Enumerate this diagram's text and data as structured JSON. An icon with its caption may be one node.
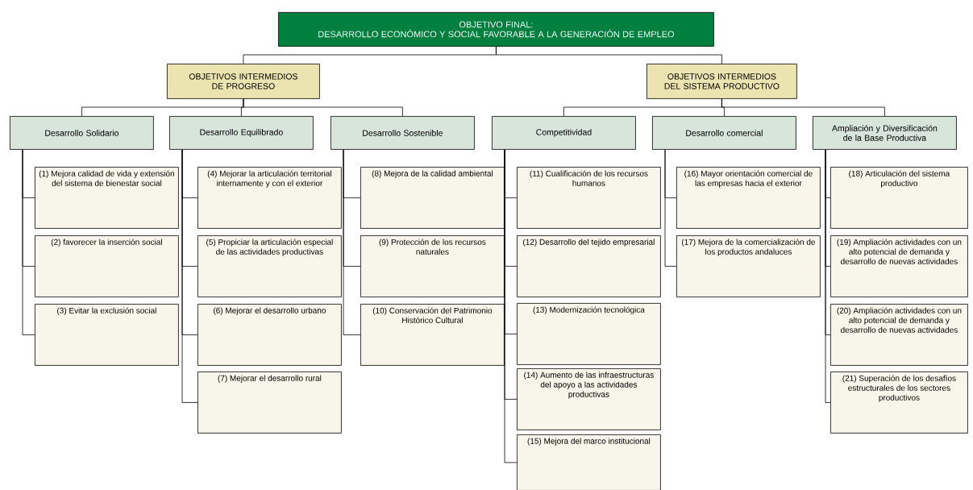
{
  "diagram": {
    "nodes": [
      {
        "text": [
          "OBJETIVO FINAL:",
          "DESARROLLO ECONÓMICO Y SOCIAL FAVORABLE A LA GENERACIÓN DE EMPLEO"
        ]
      },
      {
        "text": [
          "OBJETIVOS INTERMEDIOS DE PROGRESO"
        ]
      },
      {
        "text": [
          "OBJETIVOS INTERMEDIOS DEL SISTEMA PRODUCTIVO"
        ]
      },
      {
        "text": [
          "Desarrollo Solidario"
        ]
      },
      {
        "text": [
          "Desarrollo Equilibrado"
        ]
      },
      {
        "text": [
          "Desarrollo Sostenible"
        ]
      },
      {
        "text": [
          "Competitividad"
        ]
      },
      {
        "text": [
          "Desarrollo comercial"
        ]
      },
      {
        "text": [
          "Ampliación y Diversificación de la Base Productiva"
        ]
      },
      {
        "text": [
          "(1) Mejora calidad de vida y extensión del sistema de bienestar social"
        ]
      },
      {
        "text": [
          "(2) favorecer la inserción social"
        ]
      },
      {
        "text": [
          "(3) Evitar la exclusión social"
        ]
      },
      {
        "text": [
          "(4) Mejorar la articulación territorial internamente y con el exterior"
        ]
      },
      {
        "text": [
          "(5) Propiciar la articulación especial de las actividades productivas"
        ]
      },
      {
        "text": [
          "(6) Mejorar el desarrollo urbano"
        ]
      },
      {
        "text": [
          "(7) Mejorar el desarrollo rural"
        ]
      },
      {
        "text": [
          "(8) Mejora de la calidad ambiental"
        ]
      },
      {
        "text": [
          "(9) Protección de los recursos naturales"
        ]
      },
      {
        "text": [
          "(10) Conservación del Patrimonio Histórico Cultural"
        ]
      },
      {
        "text": [
          "(11) Cualificación de los recursos humanos"
        ]
      },
      {
        "text": [
          "(12) Desarrollo del tejido empresarial"
        ]
      },
      {
        "text": [
          "(13) Modernización tecnológica"
        ]
      },
      {
        "text": [
          "(14) Aumento de las infraestructuras del apoyo a las actividades productivas"
        ]
      },
      {
        "text": [
          "(15) Mejora del marco institucional"
        ]
      },
      {
        "text": [
          "(16) Mayor orientación comercial de las empresas hacia el exterior"
        ]
      },
      {
        "text": [
          "(17) Mejora de la comercialización de los productos andaluces"
        ]
      },
      {
        "text": [
          "(18) Articulación del sistema productivo"
        ]
      },
      {
        "text": [
          "(19) Ampliación actividades con un alto potencial de demanda y desarrollo de nuevas actividades"
        ]
      },
      {
        "text": [
          "(20) Ampliación actividades con un alto potencial de demanda y desarrollo de nuevas actividades"
        ]
      },
      {
        "text": [
          "(21) Superación de los desafíos estructurales de los sectores productivos"
        ]
      }
    ],
    "edges": [
      {
        "from": 0,
        "to": 1,
        "arrow": "none"
      },
      {
        "from": 0,
        "to": 2,
        "arrow": "none"
      },
      {
        "from": 1,
        "to": 3,
        "arrow": "none"
      },
      {
        "from": 1,
        "to": 4,
        "arrow": "none"
      },
      {
        "from": 1,
        "to": 5,
        "arrow": "none"
      },
      {
        "from": 2,
        "to": 6,
        "arrow": "none"
      },
      {
        "from": 2,
        "to": 7,
        "arrow": "none"
      },
      {
        "from": 2,
        "to": 8,
        "arrow": "none"
      },
      {
        "from": 3,
        "to": 9,
        "arrow": "none"
      },
      {
        "from": 3,
        "to": 10,
        "arrow": "none"
      },
      {
        "from": 3,
        "to": 11,
        "arrow": "none"
      },
      {
        "from": 4,
        "to": 12,
        "arrow": "none"
      },
      {
        "from": 4,
        "to": 13,
        "arrow": "none"
      },
      {
        "from": 4,
        "to": 14,
        "arrow": "none"
      },
      {
        "from": 4,
        "to": 15,
        "arrow": "none"
      },
      {
        "from": 5,
        "to": 16,
        "arrow": "none"
      },
      {
        "from": 5,
        "to": 17,
        "arrow": "none"
      },
      {
        "from": 5,
        "to": 18,
        "arrow": "none"
      },
      {
        "from": 6,
        "to": 19,
        "arrow": "none"
      },
      {
        "from": 6,
        "to": 20,
        "arrow": "none"
      },
      {
        "from": 6,
        "to": 21,
        "arrow": "none"
      },
      {
        "from": 6,
        "to": 22,
        "arrow": "none"
      },
      {
        "from": 6,
        "to": 23,
        "arrow": "none"
      },
      {
        "from": 7,
        "to": 24,
        "arrow": "none"
      },
      {
        "from": 7,
        "to": 25,
        "arrow": "none"
      },
      {
        "from": 8,
        "to": 26,
        "arrow": "none"
      },
      {
        "from": 8,
        "to": 27,
        "arrow": "none"
      },
      {
        "from": 8,
        "to": 28,
        "arrow": "none"
      },
      {
        "from": 8,
        "to": 29,
        "arrow": "none"
      }
    ]
  }
}
